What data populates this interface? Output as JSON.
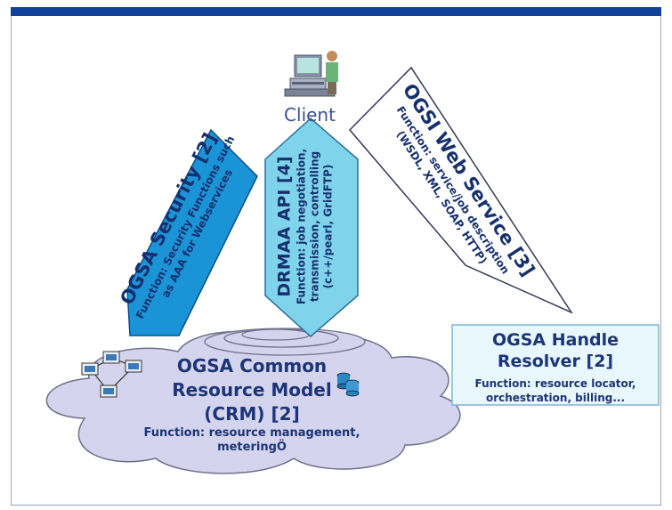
{
  "client": {
    "label": "Client"
  },
  "security": {
    "title": "OGSA Security [2]",
    "function": "Function: Security Functions such",
    "function2": "as AAA for Webservices"
  },
  "drmaa": {
    "title": "DRMAA API [4]",
    "function": "Function: job negotiation,",
    "function2": "transmission, controlling",
    "function3": "(c++/pearl, GridFTP)"
  },
  "ogsi": {
    "title": "OGSI Web Service [3]",
    "function": "Function: service/job description",
    "function2": "(WSDL, XML, SOAP, HTTP)"
  },
  "crm": {
    "title": "OGSA Common",
    "title2": "Resource Model",
    "title3": "(CRM) [2]",
    "function": "Function: resource management,",
    "function2": "meteringÖ"
  },
  "handle_resolver": {
    "title": "OGSA Handle",
    "title2": "Resolver [2]",
    "function": "Function: resource locator,",
    "function2": "orchestration, billing..."
  },
  "colors": {
    "frame_bar": "#12419a",
    "security_fill": "#1a94d6",
    "drmaa_fill": "#7fd4ec",
    "cloud_fill": "#d4d4ee",
    "resolver_fill": "#e8f7fb",
    "text": "#1b3578"
  }
}
